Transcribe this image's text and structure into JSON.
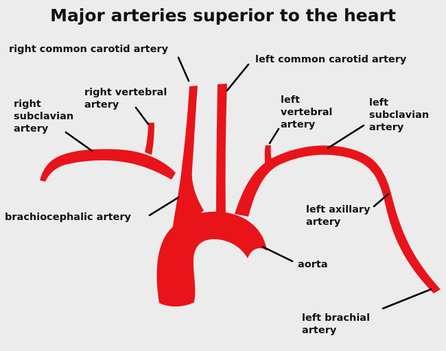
{
  "title": "Major arteries superior to the heart",
  "colors": {
    "artery": "#e8141a",
    "leader": "#000000",
    "background": "#ececec"
  },
  "labels": {
    "right_common_carotid": "right common carotid artery",
    "left_common_carotid": "left common carotid artery",
    "right_vertebral": "right vertebral\nartery",
    "right_subclavian": "right\nsubclavian\nartery",
    "left_vertebral": "left\nvertebral\nartery",
    "left_subclavian": "left\nsubclavian\nartery",
    "brachiocephalic": "brachiocephalic artery",
    "left_axillary": "left axillary\nartery",
    "aorta": "aorta",
    "left_brachial": "left brachial\nartery"
  }
}
